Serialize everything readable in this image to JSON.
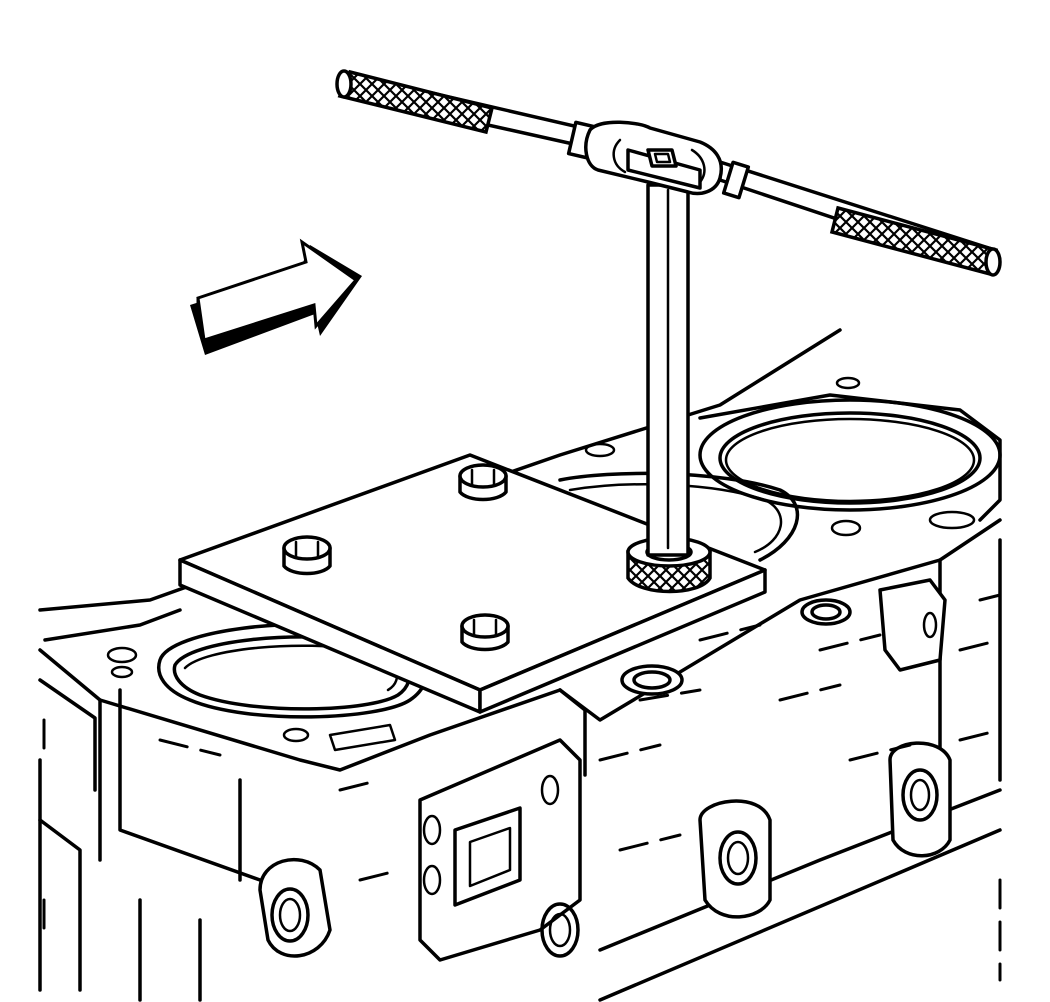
{
  "diagram": {
    "labels": [],
    "colors": {
      "ink": "#000000",
      "paper": "#ffffff"
    },
    "parts": [
      {
        "id": "direction-arrow",
        "name": "arrow-icon"
      },
      {
        "id": "tap-wrench",
        "name": "tap-wrench"
      },
      {
        "id": "thread-tap",
        "name": "thread-tap"
      },
      {
        "id": "fixture-plate",
        "name": "fixture-plate"
      },
      {
        "id": "cylinder-block",
        "name": "cylinder-block"
      }
    ]
  }
}
